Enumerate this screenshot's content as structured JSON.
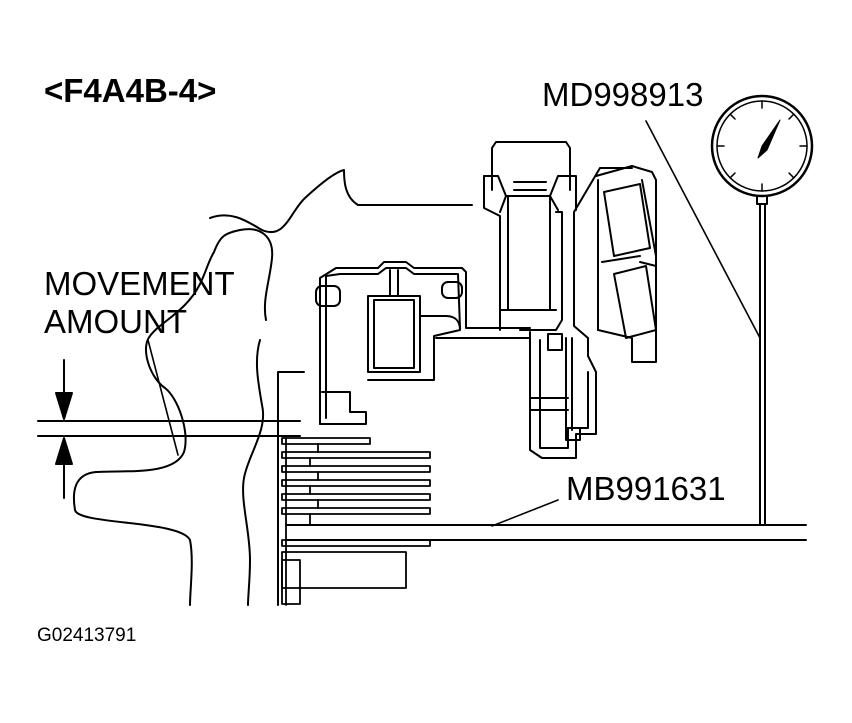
{
  "diagram": {
    "title": "<F4A4B-4>",
    "callouts": {
      "dial_gauge": "MD998913",
      "movement_line1": "MOVEMENT",
      "movement_line2": "AMOUNT",
      "gauge_stand": "MB991631"
    },
    "figure_id": "G02413791"
  }
}
